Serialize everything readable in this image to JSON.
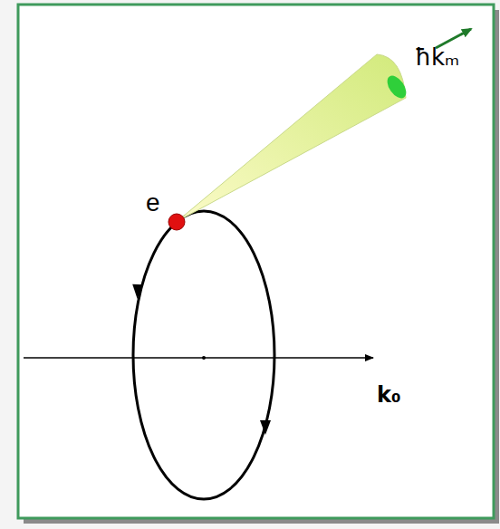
{
  "diagram": {
    "labels": [
      "ħkₘ",
      "e",
      "k₀"
    ]
  }
}
